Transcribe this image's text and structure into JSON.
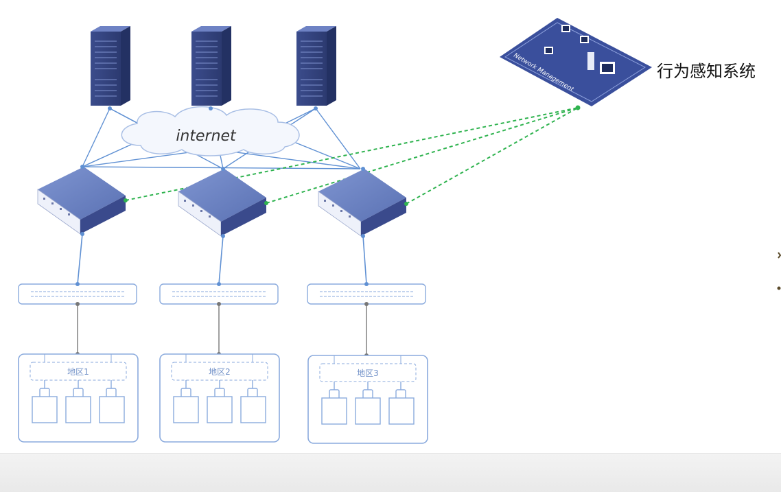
{
  "diagram": {
    "cloud_label": "internet",
    "monitor_panel_label": "Network Management",
    "monitor_system_label": "行为感知系统",
    "regions": [
      {
        "label": "地区1"
      },
      {
        "label": "地区2"
      },
      {
        "label": "地区3"
      }
    ]
  },
  "colors": {
    "device_dark": "#2f3f7a",
    "device_mid": "#5e75b8",
    "device_light": "#8fa4d8",
    "link_blue": "#5f90d3",
    "link_green": "#2fb34f",
    "panel_blue": "#3a4f9c",
    "box_border": "#8aaadd",
    "trunk_gray": "#888888"
  }
}
